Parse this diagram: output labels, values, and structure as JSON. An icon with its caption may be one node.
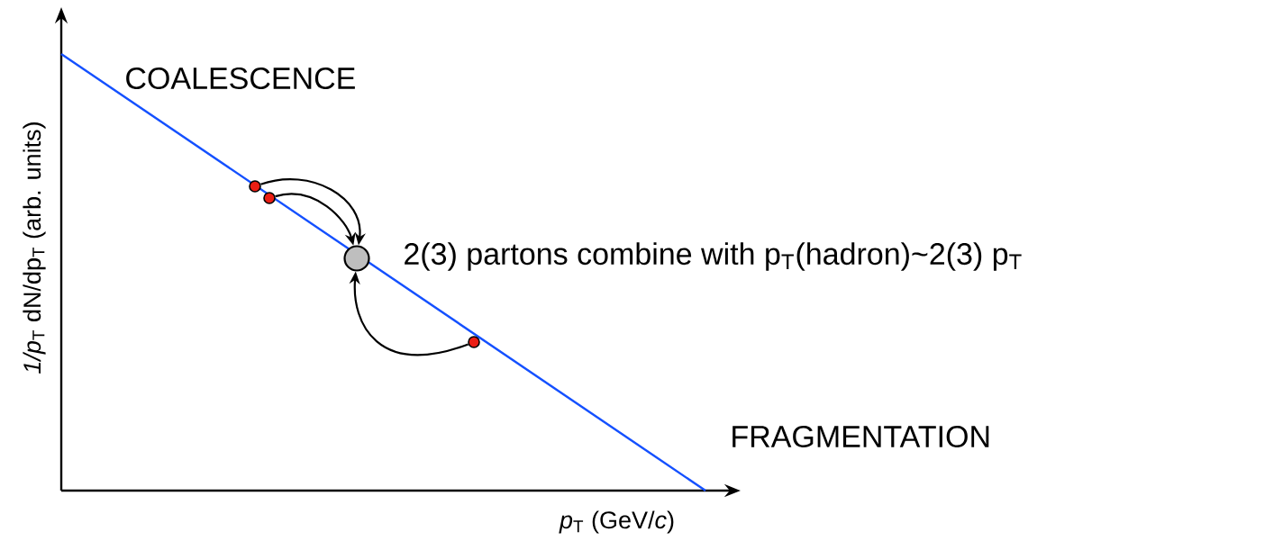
{
  "diagram": {
    "nodes": [
      {
        "text": [],
        "shape": "circle"
      },
      {
        "text": [],
        "shape": "circle"
      },
      {
        "text": [],
        "shape": "circle"
      },
      {
        "text": [],
        "shape": "circle"
      }
    ],
    "edges": [
      {
        "from": 0,
        "to": 3,
        "arrow": "to"
      },
      {
        "from": 1,
        "to": 3,
        "arrow": "to"
      },
      {
        "from": 2,
        "to": 3,
        "arrow": "to"
      }
    ],
    "labels": [
      "COALESCENCE",
      "2(3) partons combine with p$_{T}$(hadron)~2(3) p$_{T}$",
      "FRAGMENTATION",
      "*1/p*$_{T}$ dN/dp$_{T}$ (arb. units)",
      "*p*$_{T}$ (GeV/*c*)"
    ]
  }
}
